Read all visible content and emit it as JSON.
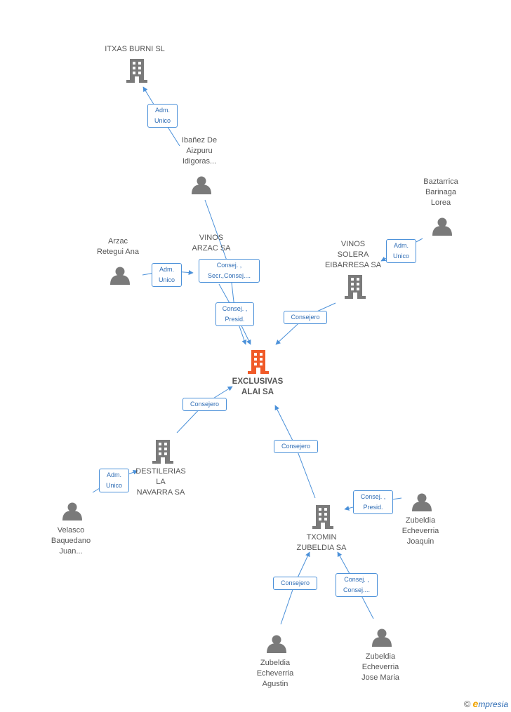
{
  "nodes": {
    "itxas": {
      "label": "ITXAS BURNI SL"
    },
    "ibanez": {
      "label": "Ibañez De\nAizpuru\nIdigoras..."
    },
    "baztarrica": {
      "label": "Baztarrica\nBarinaga\nLorea"
    },
    "arzac_ana": {
      "label": "Arzac\nRetegui Ana"
    },
    "vinos_arzac": {
      "label": "VINOS\nARZAC SA"
    },
    "vinos_solera": {
      "label": "VINOS\nSOLERA\nEIBARRESA SA"
    },
    "exclusivas": {
      "label": "EXCLUSIVAS\nALAI SA"
    },
    "destilerias": {
      "label": "DESTILERIAS\nLA\nNAVARRA SA"
    },
    "velasco": {
      "label": "Velasco\nBaquedano\nJuan..."
    },
    "txomin": {
      "label": "TXOMIN\nZUBELDIA SA"
    },
    "zubeldia_joaquin": {
      "label": "Zubeldia\nEcheverria\nJoaquin"
    },
    "zubeldia_agustin": {
      "label": "Zubeldia\nEcheverria\nAgustin"
    },
    "zubeldia_jose": {
      "label": "Zubeldia\nEcheverria\nJose Maria"
    }
  },
  "edges": {
    "ibanez_itxas": {
      "label": "Adm.\nUnico"
    },
    "baztarrica_solera": {
      "label": "Adm.\nUnico"
    },
    "arzac_vinos": {
      "label": "Adm.\nUnico"
    },
    "vinos_arzac_exclusivas": {
      "label": "Consej. ,\nSecr.,Consej...."
    },
    "ibanez_exclusivas": {
      "label": "Consej. ,\nPresid."
    },
    "solera_exclusivas": {
      "label": "Consejero"
    },
    "destilerias_exclusivas": {
      "label": "Consejero"
    },
    "txomin_exclusivas": {
      "label": "Consejero"
    },
    "velasco_destilerias": {
      "label": "Adm.\nUnico"
    },
    "joaquin_txomin": {
      "label": "Consej. ,\nPresid."
    },
    "agustin_txomin": {
      "label": "Consejero"
    },
    "jose_txomin": {
      "label": "Consej. ,\nConsej...."
    }
  },
  "colors": {
    "edge": "#4a90d9",
    "node": "#7a7a7a",
    "main_node": "#f05a28"
  },
  "icons": {
    "company": "building-icon",
    "person": "person-icon"
  },
  "brand": {
    "copyright": "©",
    "initial": "e",
    "name": "mpresia"
  }
}
